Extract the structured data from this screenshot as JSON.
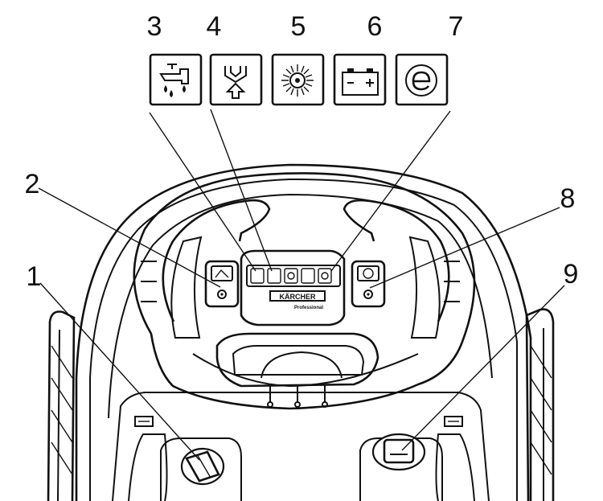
{
  "callouts": {
    "c1": "1",
    "c2": "2",
    "c3": "3",
    "c4": "4",
    "c5": "5",
    "c6": "6",
    "c7": "7",
    "c8": "8",
    "c9": "9"
  },
  "icons": [
    {
      "id": 3,
      "name": "water-tap-icon"
    },
    {
      "id": 4,
      "name": "flow-up-icon"
    },
    {
      "id": 5,
      "name": "brush-icon"
    },
    {
      "id": 6,
      "name": "battery-icon"
    },
    {
      "id": 7,
      "name": "eco-mode-icon"
    }
  ],
  "logo": {
    "brand": "KÄRCHER",
    "sub": "Professional"
  },
  "colors": {
    "line": "#111111",
    "background": "#ffffff"
  }
}
